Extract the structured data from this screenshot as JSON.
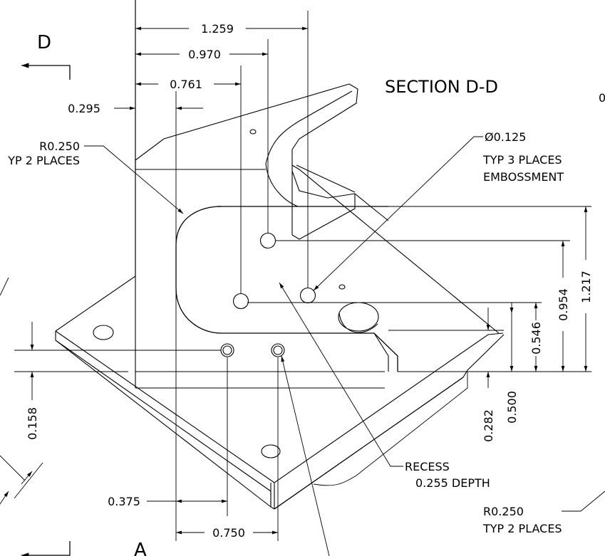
{
  "section": {
    "title": "SECTION  D-D",
    "view_letter_top": "D",
    "view_letter_bottom": "A",
    "cut_edge": "0"
  },
  "dimensions": {
    "d1259": "1.259",
    "d0970": "0.970",
    "d0761": "0.761",
    "d0295": "0.295",
    "d0158": "0.158",
    "d0375": "0.375",
    "d0750": "0.750",
    "d1217": "1.217",
    "d0954": "0.954",
    "d0546": "0.546",
    "d0500": "0.500",
    "d0282": "0.282"
  },
  "notes": {
    "radius_left_1": "R0.250",
    "radius_left_2": "YP 2 PLACES",
    "hole_dia": "Ø0.125",
    "hole_typ": "TYP 3 PLACES",
    "hole_emboss": "EMBOSSMENT",
    "recess_1": "RECESS",
    "recess_2": "0.255 DEPTH",
    "radius_right_1": "R0.250",
    "radius_right_2": "TYP 2 PLACES"
  }
}
